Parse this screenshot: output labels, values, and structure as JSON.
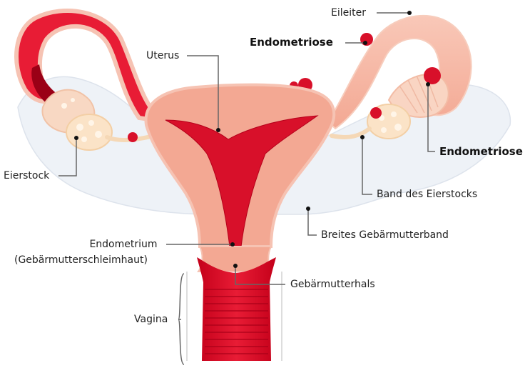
{
  "labels": {
    "eileiter": "Eileiter",
    "endometriose_top": "Endometriose",
    "uterus": "Uterus",
    "endometriose_right": "Endometriose",
    "eierstock": "Eierstock",
    "band_eierstock": "Band des Eierstocks",
    "breites_band": "Breites Gebärmutterband",
    "endometrium": "Endometrium",
    "endometrium_sub": "(Gebärmutterschleimhaut)",
    "gebaermutterhals": "Gebärmutterhals",
    "vagina": "Vagina"
  },
  "colors": {
    "uterus_wall": "#f3a893",
    "uterus_outline": "#f6c3b3",
    "endometrium_red": "#d8102a",
    "broad_ligament": "#eef2f7",
    "ovary": "#fbe3c7",
    "leader_line": "#666666"
  }
}
